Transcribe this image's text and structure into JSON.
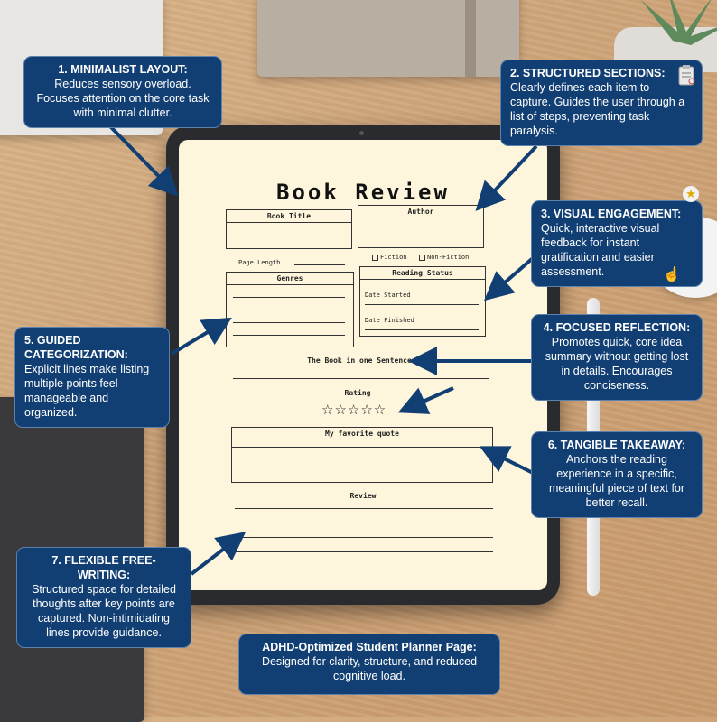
{
  "screen": {
    "title": "Book Review",
    "book_title": "Book Title",
    "author": "Author",
    "page_length": "Page Length",
    "fiction": "Fiction",
    "non_fiction": "Non-Fiction",
    "genres": "Genres",
    "reading_status": "Reading Status",
    "date_started": "Date Started",
    "date_finished": "Date Finished",
    "one_sentence": "The Book in one Sentence",
    "rating": "Rating",
    "rating_stars": "☆☆☆☆☆",
    "favorite_quote": "My favorite quote",
    "review": "Review"
  },
  "callouts": {
    "c1": {
      "title": "1. MINIMALIST LAYOUT:",
      "body": "Reduces sensory overload. Focuses attention on the core task with minimal clutter."
    },
    "c2": {
      "title": "2. STRUCTURED SECTIONS:",
      "body": "Clearly defines each item to capture. Guides the user through a list of steps, preventing task paralysis."
    },
    "c3": {
      "title": "3. VISUAL ENGAGEMENT:",
      "body": "Quick, interactive visual feedback for instant gratification and easier assessment."
    },
    "c4": {
      "title": "4. FOCUSED REFLECTION:",
      "body": "Promotes quick, core idea summary without getting lost in details. Encourages conciseness."
    },
    "c5": {
      "title": "5. GUIDED CATEGORIZATION:",
      "body": "Explicit lines make listing multiple points feel manageable and organized."
    },
    "c6": {
      "title": "6. TANGIBLE TAKEAWAY:",
      "body": "Anchors the reading experience in a specific, meaningful piece of text for better recall."
    },
    "c7": {
      "title": "7. FLEXIBLE FREE-WRITING:",
      "body": "Structured space for detailed thoughts after key points are captured. Non-intimidating lines provide guidance."
    },
    "c8": {
      "title": "ADHD-Optimized Student Planner Page:",
      "body": "Designed for clarity, structure, and reduced cognitive load."
    }
  },
  "colors": {
    "callout_bg": "#123f73",
    "paper": "#fdf6dc",
    "arrow": "#123f73"
  }
}
